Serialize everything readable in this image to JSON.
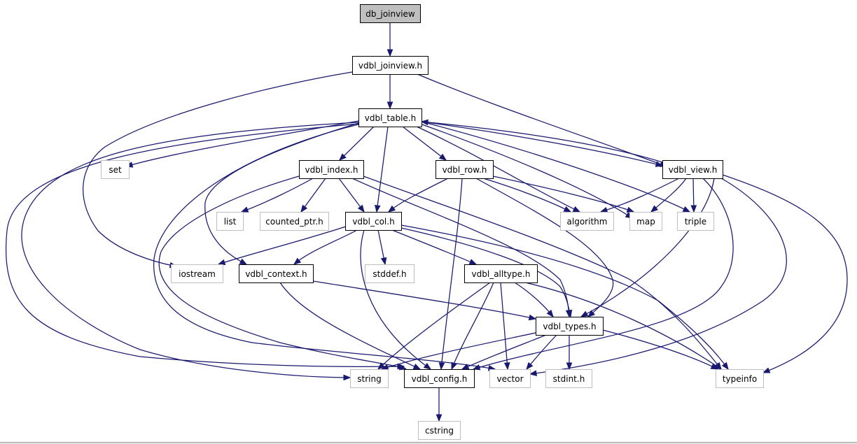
{
  "diagram": {
    "type": "include-dependency-graph",
    "colors": {
      "edge": "#191970",
      "root_fill": "#bfbfbf",
      "local_border": "#000000",
      "system_border": "#bfbfbf"
    },
    "nodes": [
      {
        "id": "db_joinview",
        "label": "db_joinview",
        "kind": "root"
      },
      {
        "id": "vdbl_joinview_h",
        "label": "vdbl_joinview.h",
        "kind": "local"
      },
      {
        "id": "vdbl_table_h",
        "label": "vdbl_table.h",
        "kind": "local"
      },
      {
        "id": "set",
        "label": "set",
        "kind": "system"
      },
      {
        "id": "vdbl_index_h",
        "label": "vdbl_index.h",
        "kind": "local"
      },
      {
        "id": "vdbl_row_h",
        "label": "vdbl_row.h",
        "kind": "local"
      },
      {
        "id": "vdbl_view_h",
        "label": "vdbl_view.h",
        "kind": "local"
      },
      {
        "id": "list",
        "label": "list",
        "kind": "system"
      },
      {
        "id": "counted_ptr_h",
        "label": "counted_ptr.h",
        "kind": "system"
      },
      {
        "id": "vdbl_col_h",
        "label": "vdbl_col.h",
        "kind": "local"
      },
      {
        "id": "algorithm",
        "label": "algorithm",
        "kind": "system"
      },
      {
        "id": "map",
        "label": "map",
        "kind": "system"
      },
      {
        "id": "triple",
        "label": "triple",
        "kind": "system"
      },
      {
        "id": "iostream",
        "label": "iostream",
        "kind": "system"
      },
      {
        "id": "vdbl_context_h",
        "label": "vdbl_context.h",
        "kind": "local"
      },
      {
        "id": "stddef_h",
        "label": "stddef.h",
        "kind": "system"
      },
      {
        "id": "vdbl_alltype_h",
        "label": "vdbl_alltype.h",
        "kind": "local"
      },
      {
        "id": "vdbl_types_h",
        "label": "vdbl_types.h",
        "kind": "local"
      },
      {
        "id": "string",
        "label": "string",
        "kind": "system"
      },
      {
        "id": "vdbl_config_h",
        "label": "vdbl_config.h",
        "kind": "local"
      },
      {
        "id": "vector",
        "label": "vector",
        "kind": "system"
      },
      {
        "id": "stdint_h",
        "label": "stdint.h",
        "kind": "system"
      },
      {
        "id": "typeinfo",
        "label": "typeinfo",
        "kind": "system"
      },
      {
        "id": "cstring",
        "label": "cstring",
        "kind": "system"
      }
    ],
    "edges": [
      {
        "from": "db_joinview",
        "to": "vdbl_joinview_h"
      },
      {
        "from": "vdbl_joinview_h",
        "to": "vdbl_table_h"
      },
      {
        "from": "vdbl_joinview_h",
        "to": "iostream"
      },
      {
        "from": "vdbl_joinview_h",
        "to": "vdbl_view_h"
      },
      {
        "from": "vdbl_table_h",
        "to": "set"
      },
      {
        "from": "vdbl_table_h",
        "to": "vdbl_index_h"
      },
      {
        "from": "vdbl_table_h",
        "to": "vdbl_row_h"
      },
      {
        "from": "vdbl_table_h",
        "to": "vdbl_col_h"
      },
      {
        "from": "vdbl_table_h",
        "to": "algorithm"
      },
      {
        "from": "vdbl_table_h",
        "to": "map"
      },
      {
        "from": "vdbl_table_h",
        "to": "triple"
      },
      {
        "from": "vdbl_table_h",
        "to": "vdbl_view_h"
      },
      {
        "from": "vdbl_table_h",
        "to": "vdbl_context_h"
      },
      {
        "from": "vdbl_table_h",
        "to": "string"
      },
      {
        "from": "vdbl_table_h",
        "to": "vdbl_config_h"
      },
      {
        "from": "vdbl_table_h",
        "to": "vector"
      },
      {
        "from": "vdbl_view_h",
        "to": "vdbl_table_h"
      },
      {
        "from": "vdbl_view_h",
        "to": "algorithm"
      },
      {
        "from": "vdbl_view_h",
        "to": "map"
      },
      {
        "from": "vdbl_view_h",
        "to": "triple"
      },
      {
        "from": "vdbl_view_h",
        "to": "vdbl_types_h"
      },
      {
        "from": "vdbl_view_h",
        "to": "vdbl_config_h"
      },
      {
        "from": "vdbl_view_h",
        "to": "vector"
      },
      {
        "from": "vdbl_view_h",
        "to": "typeinfo"
      },
      {
        "from": "vdbl_index_h",
        "to": "list"
      },
      {
        "from": "vdbl_index_h",
        "to": "counted_ptr_h"
      },
      {
        "from": "vdbl_index_h",
        "to": "vdbl_col_h"
      },
      {
        "from": "vdbl_index_h",
        "to": "vdbl_types_h"
      },
      {
        "from": "vdbl_index_h",
        "to": "typeinfo"
      },
      {
        "from": "vdbl_index_h",
        "to": "vdbl_config_h"
      },
      {
        "from": "vdbl_row_h",
        "to": "vdbl_col_h"
      },
      {
        "from": "vdbl_row_h",
        "to": "algorithm"
      },
      {
        "from": "vdbl_row_h",
        "to": "map"
      },
      {
        "from": "vdbl_row_h",
        "to": "vdbl_types_h"
      },
      {
        "from": "vdbl_row_h",
        "to": "vdbl_config_h"
      },
      {
        "from": "vdbl_col_h",
        "to": "iostream"
      },
      {
        "from": "vdbl_col_h",
        "to": "vdbl_context_h"
      },
      {
        "from": "vdbl_col_h",
        "to": "stddef_h"
      },
      {
        "from": "vdbl_col_h",
        "to": "vdbl_alltype_h"
      },
      {
        "from": "vdbl_col_h",
        "to": "vdbl_types_h"
      },
      {
        "from": "vdbl_col_h",
        "to": "typeinfo"
      },
      {
        "from": "vdbl_col_h",
        "to": "vdbl_config_h"
      },
      {
        "from": "vdbl_context_h",
        "to": "vdbl_types_h"
      },
      {
        "from": "vdbl_context_h",
        "to": "vdbl_config_h"
      },
      {
        "from": "vdbl_alltype_h",
        "to": "vdbl_types_h"
      },
      {
        "from": "vdbl_alltype_h",
        "to": "string"
      },
      {
        "from": "vdbl_alltype_h",
        "to": "vdbl_config_h"
      },
      {
        "from": "vdbl_alltype_h",
        "to": "vector"
      },
      {
        "from": "vdbl_alltype_h",
        "to": "typeinfo"
      },
      {
        "from": "vdbl_types_h",
        "to": "string"
      },
      {
        "from": "vdbl_types_h",
        "to": "vdbl_config_h"
      },
      {
        "from": "vdbl_types_h",
        "to": "vector"
      },
      {
        "from": "vdbl_types_h",
        "to": "stdint_h"
      },
      {
        "from": "vdbl_types_h",
        "to": "typeinfo"
      },
      {
        "from": "vdbl_config_h",
        "to": "cstring"
      }
    ]
  }
}
